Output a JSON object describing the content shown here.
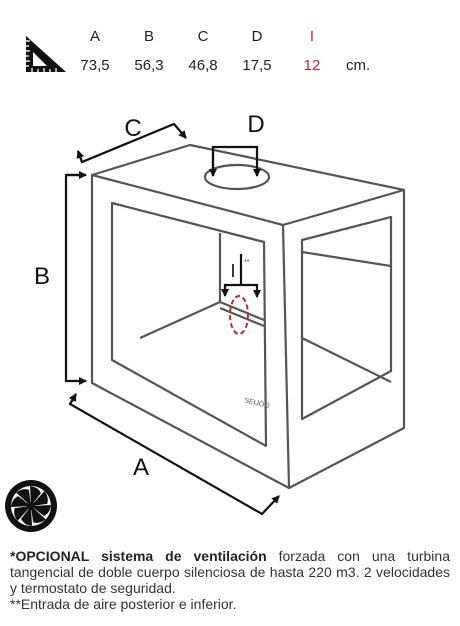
{
  "dimensions": {
    "columns": [
      {
        "letter": "A",
        "value": "73,5"
      },
      {
        "letter": "B",
        "value": "56,3"
      },
      {
        "letter": "C",
        "value": "46,8"
      },
      {
        "letter": "D",
        "value": "17,5"
      },
      {
        "letter": "I",
        "value": "12"
      }
    ],
    "unit": "cm."
  },
  "diagram": {
    "labels": {
      "a": "A",
      "b": "B",
      "c": "C",
      "d": "D",
      "i": "I",
      "i_mark": "**"
    },
    "brand": "SEIJÖO",
    "line_color": "#555555",
    "arrow_color": "#111111",
    "accent_color": "#c0272d"
  },
  "fan_icon": "ventilation-fan-icon",
  "note": {
    "opcional_bold": "*OPCIONAL sistema de ventilación",
    "opcional_rest": " forzada con una turbina tangencial de doble cuerpo silenciosa de hasta 220 m3. 2 velocidades y termostato de seguridad.",
    "entrada": "**Entrada de aire posterior e inferior."
  }
}
